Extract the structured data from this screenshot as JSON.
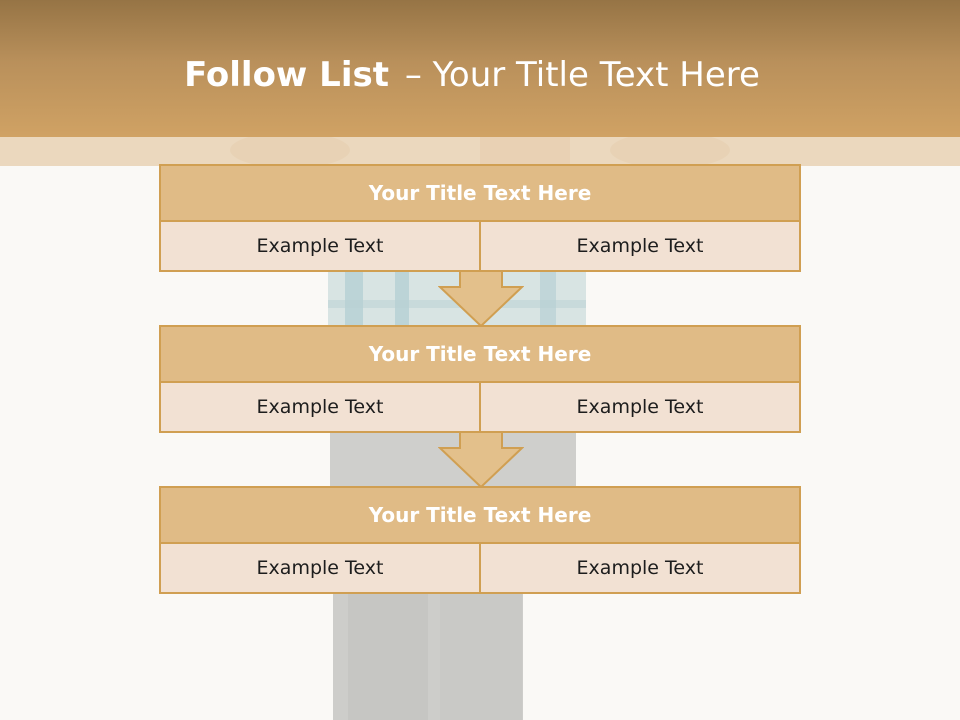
{
  "title": {
    "bold": "Follow List ",
    "rest": "– Your Title Text Here"
  },
  "steps": [
    {
      "heading": "Your Title Text Here",
      "left": "Example Text",
      "right": "Example Text"
    },
    {
      "heading": "Your Title Text Here",
      "left": "Example Text",
      "right": "Example Text"
    },
    {
      "heading": "Your Title Text Here",
      "left": "Example Text",
      "right": "Example Text"
    }
  ],
  "colors": {
    "header": "#c39a5f",
    "box_fill": "#e0bb86",
    "cell_fill": "#f2e1d3",
    "border": "#d09f52",
    "arrow_fill": "#e3c08b"
  }
}
